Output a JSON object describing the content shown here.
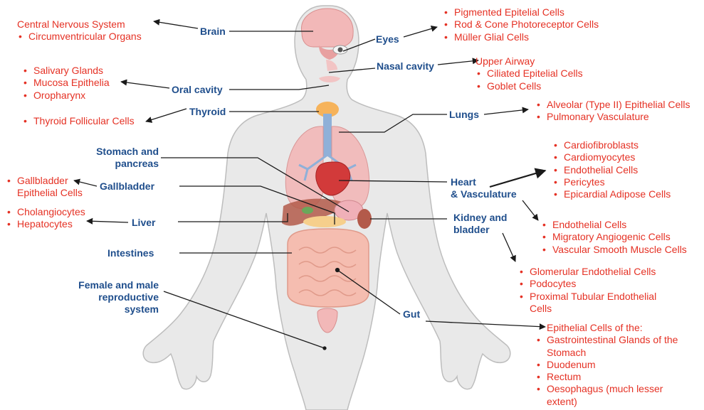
{
  "organs": {
    "brain": "Brain",
    "eyes": "Eyes",
    "nasal": "Nasal cavity",
    "oral": "Oral cavity",
    "thyroid": "Thyroid",
    "lungs": "Lungs",
    "stomach1": "Stomach and",
    "stomach2": "pancreas",
    "gallbladder": "Gallbladder",
    "heart1": "Heart",
    "heart2": "& Vasculature",
    "liver": "Liver",
    "kidney1": "Kidney and",
    "kidney2": "bladder",
    "intestines": "Intestines",
    "repro1": "Female and male",
    "repro2": "reproductive",
    "repro3": "system",
    "gut": "Gut"
  },
  "cells": {
    "brain": [
      "Central Nervous System",
      "Circumventricular Organs"
    ],
    "eyes": [
      "Pigmented Epitelial Cells",
      "Rod & Cone Photoreceptor Cells",
      "Müller Glial Cells"
    ],
    "nasal": [
      "Upper Airway",
      "Ciliated Epitelial Cells",
      "Goblet Cells"
    ],
    "oral": [
      "Salivary Glands",
      "Mucosa Epithelia",
      "Oropharynx"
    ],
    "thyroid": [
      "Thyroid Follicular Cells"
    ],
    "lungs": [
      "Alveolar (Type II) Epithelial Cells",
      "Pulmonary Vasculature"
    ],
    "heart": [
      "Cardiofibroblasts",
      "Cardiomyocytes",
      "Endothelial Cells",
      "Pericytes",
      "Epicardial Adipose Cells"
    ],
    "gallbladder": [
      "Gallbladder",
      "Epithelial Cells"
    ],
    "liver": [
      "Cholangiocytes",
      "Hepatocytes"
    ],
    "vasculature": [
      "Endothelial Cells",
      "Migratory Angiogenic Cells",
      "Vascular Smooth Muscle Cells"
    ],
    "kidney": [
      "Glomerular Endothelial Cells",
      "Podocytes",
      "Proximal Tubular Endothelial",
      "Cells"
    ],
    "gut_header": "Epithelial Cells of the:",
    "gut": [
      "Gastrointestinal Glands of the",
      "Stomach",
      "Duodenum",
      "Rectum",
      "Oesophagus (much lesser",
      "extent)"
    ]
  },
  "colors": {
    "organ_label": "#1f4e8c",
    "cell_text": "#e53124",
    "body_fill": "#e9e9e9",
    "body_outline": "#bdbdbd"
  }
}
